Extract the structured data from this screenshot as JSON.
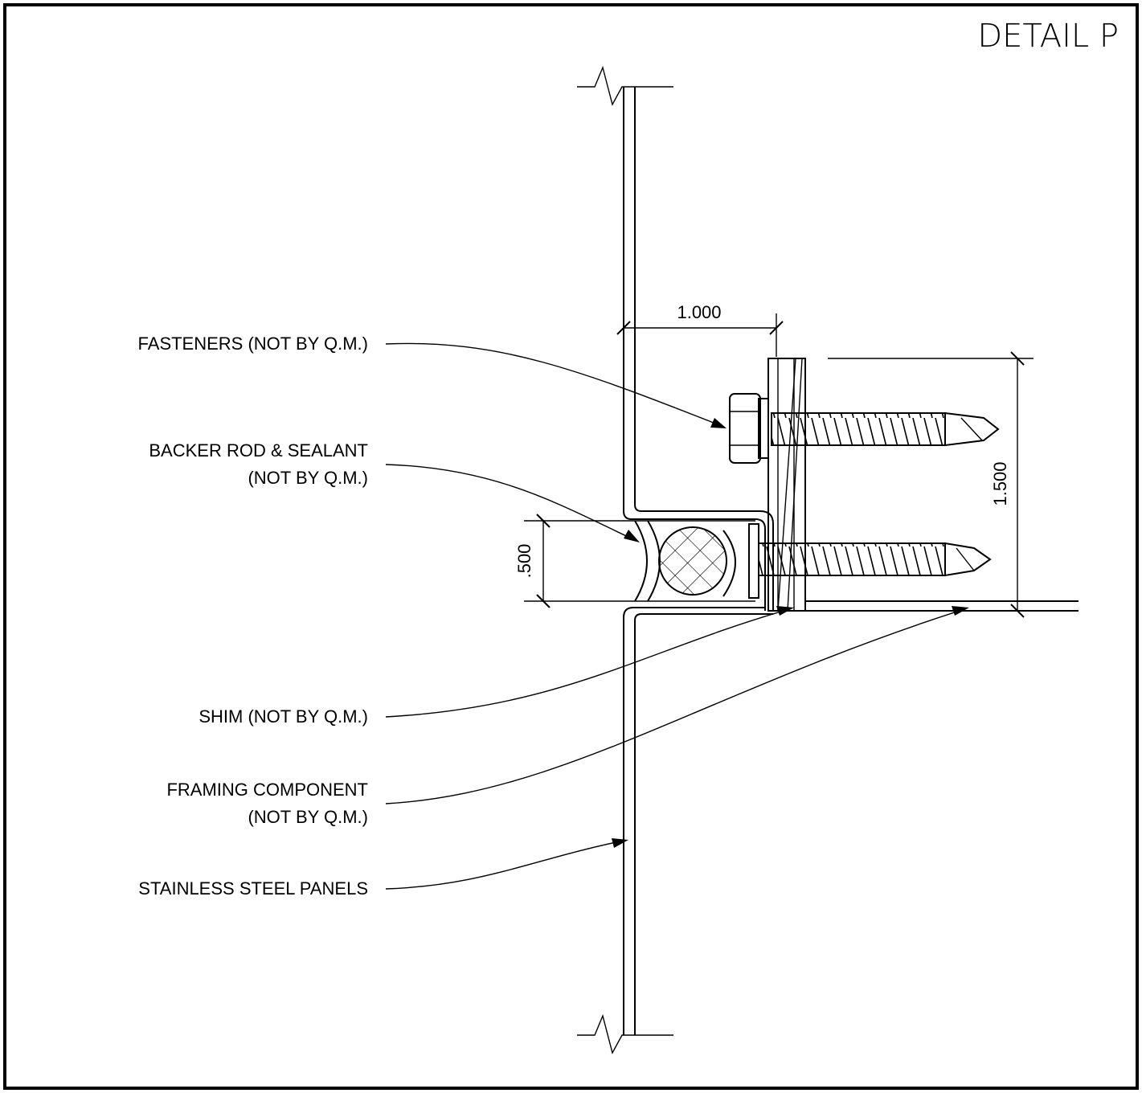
{
  "title": "DETAIL P",
  "labels": {
    "fasteners": "FASTENERS (NOT BY Q.M.)",
    "backer_line1": "BACKER ROD & SEALANT",
    "backer_line2": "(NOT BY Q.M.)",
    "shim": "SHIM (NOT BY Q.M.)",
    "framing_line1": "FRAMING COMPONENT",
    "framing_line2": "(NOT BY Q.M.)",
    "panels": "STAINLESS STEEL PANELS"
  },
  "dimensions": {
    "width": "1.000",
    "height": "1.500",
    "joint": ".500"
  }
}
